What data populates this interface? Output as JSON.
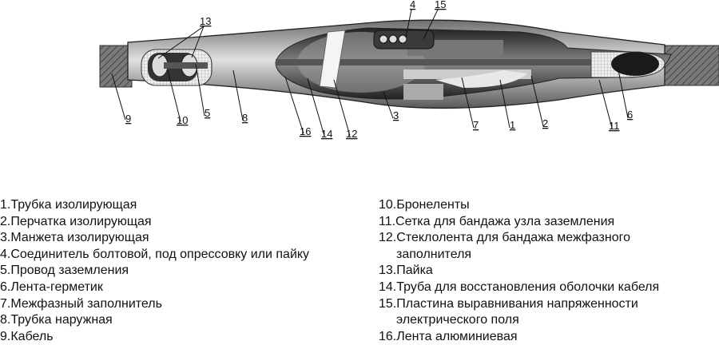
{
  "callouts": {
    "n1": "1",
    "n2": "2",
    "n3": "3",
    "n4": "4",
    "n5": "5",
    "n6": "6",
    "n7": "7",
    "n8": "8",
    "n9": "9",
    "n10": "10",
    "n11": "11",
    "n12": "12",
    "n13": "13",
    "n14": "14",
    "n15": "15",
    "n16": "16"
  },
  "legend": {
    "left": [
      "1.Трубка изолирующая",
      "2.Перчатка изолирующая",
      "3.Манжета изолирующая",
      "4.Соединитель болтовой, под опрессовку или пайку",
      "5.Провод заземления",
      "6.Лента-герметик",
      "7.Межфазный заполнитель",
      "8.Трубка наружная",
      "9.Кабель"
    ],
    "right": [
      "10.Бронеленты",
      "11.Сетка для бандажа узла заземления",
      "12.Стеклолента для бандажа межфазного",
      "заполнителя",
      "13.Пайка",
      "14.Труба для восстановления оболочки кабеля",
      "15.Пластина выравнивания напряженности",
      "электрического поля",
      "16.Лента алюминиевая"
    ]
  }
}
